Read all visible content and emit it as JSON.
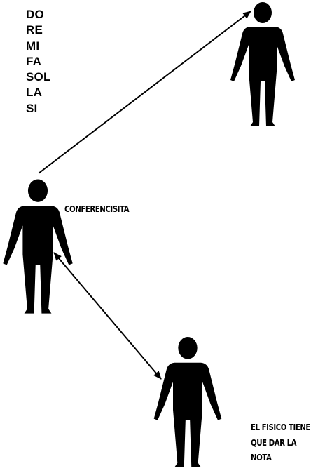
{
  "notes": [
    "DO",
    "RE",
    "MI",
    "FA",
    "SOL",
    "LA",
    "SI"
  ],
  "labels": {
    "conferencista": "CONFERENCISITA",
    "fisico_lines": [
      "EL FISICO TIENE",
      "QUE DAR LA",
      "NOTA"
    ]
  },
  "colors": {
    "ink": "#000000",
    "background": "#ffffff"
  }
}
